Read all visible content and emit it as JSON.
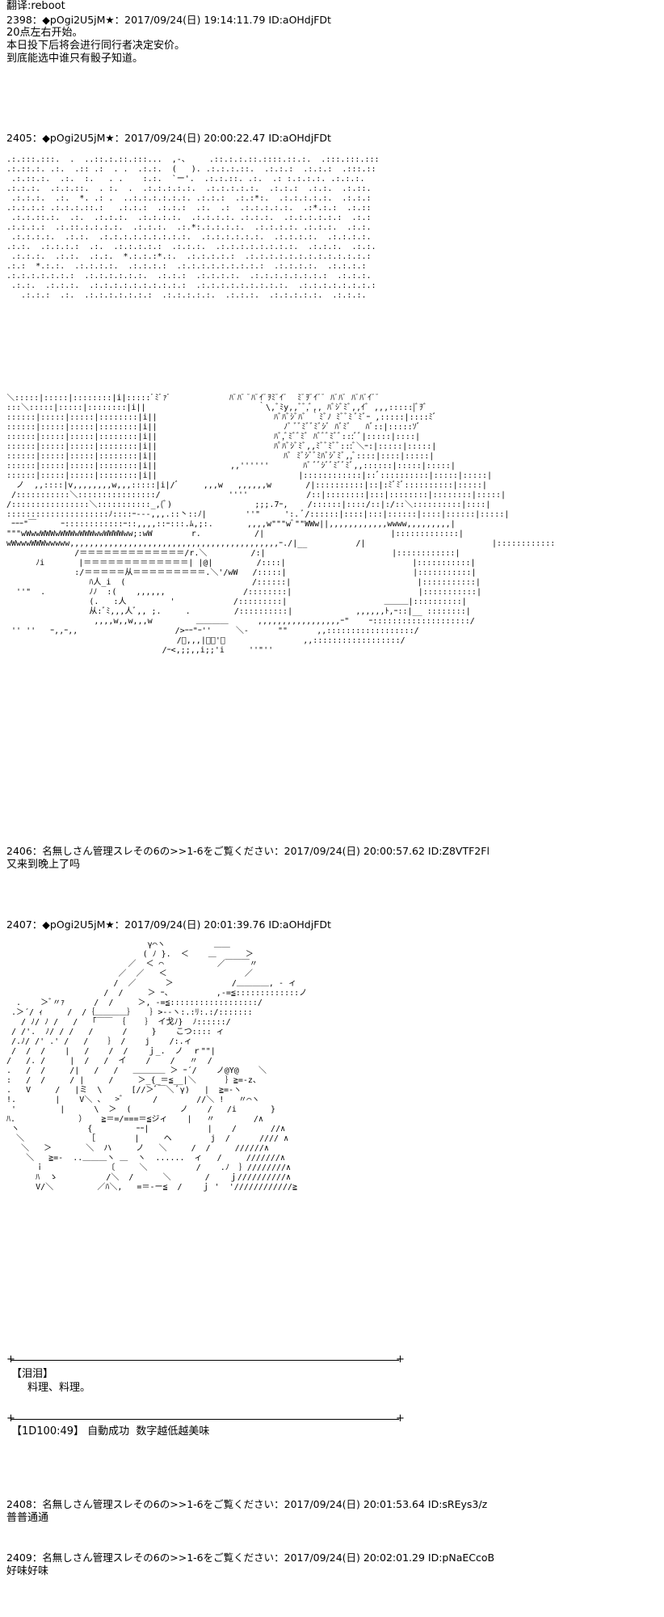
{
  "translator": "翻译:reboot",
  "posts": [
    {
      "header": "2398：◆pOgi2U5jM★：2017/09/24(日) 19:14:11.79 ID:aOHdjFDt",
      "lines": [
        "20点左右开始。",
        "本日投下后将会进行同行者决定安价。",
        "到底能选中谁只有骰子知道。"
      ]
    },
    {
      "header": "2405：◆pOgi2U5jM★：2017/09/24(日) 20:00:22.47 ID:aOHdjFDt",
      "lines": []
    },
    {
      "header": "2406：名無しさん管理スレその6の>>1-6をご覧ください：2017/09/24(日) 20:00:57.62 ID:Z8VTF2Fl",
      "lines": [
        "又来到晚上了吗"
      ]
    },
    {
      "header": "2407：◆pOgi2U5jM★：2017/09/24(日) 20:01:39.76 ID:aOHdjFDt",
      "lines": []
    },
    {
      "header": "2408：名無しさん管理スレその6の>>1-6をご覧ください：2017/09/24(日) 20:01:53.64 ID:sREys3/z",
      "lines": [
        "普普通通"
      ]
    },
    {
      "header": "2409：名無しさん管理スレその6の>>1-6をご覧ください：2017/09/24(日) 20:02:01.29 ID:pNaECcoB",
      "lines": [
        "好味好味"
      ]
    }
  ],
  "box": {
    "label": "【泪泪】",
    "text": "料理、料理。",
    "result": "【1D100:49】 自動成功  数字越低越美味"
  }
}
